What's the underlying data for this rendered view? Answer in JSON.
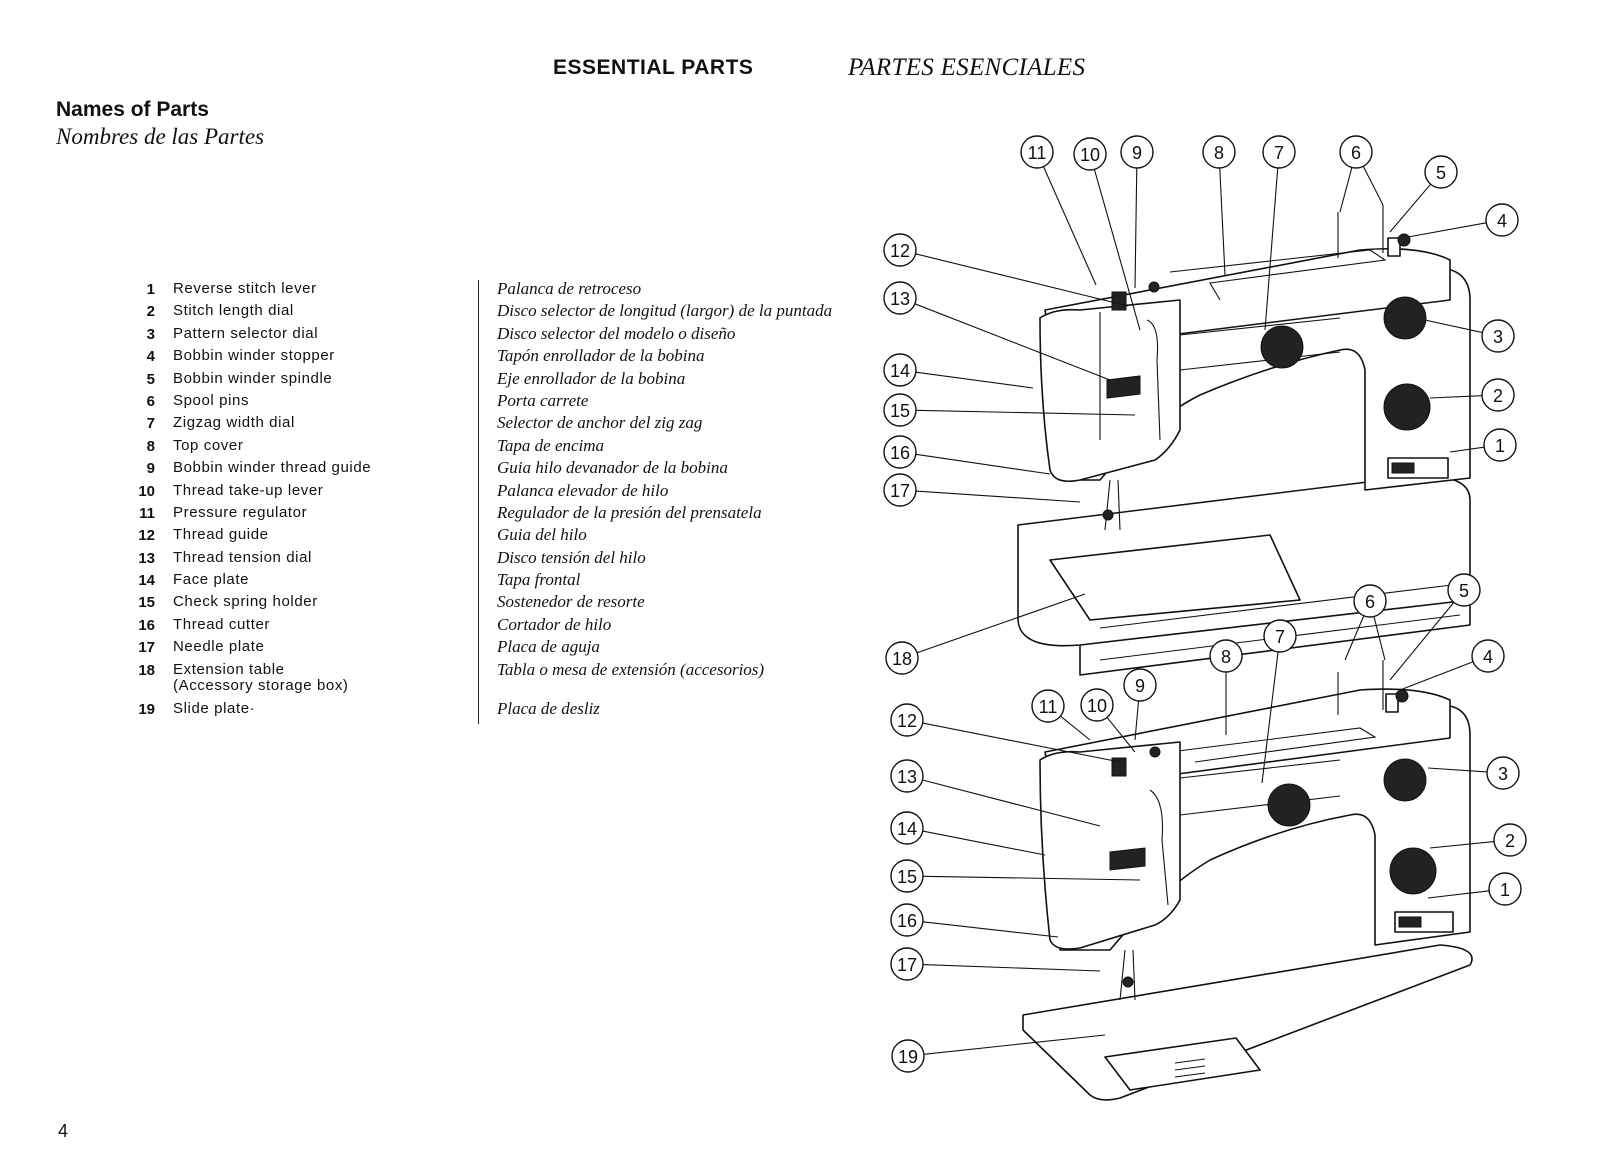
{
  "header": {
    "title_en": "ESSENTIAL PARTS",
    "title_es": "PARTES ESENCIALES"
  },
  "section": {
    "title_en": "Names of Parts",
    "title_es": "Nombres de las Partes"
  },
  "parts": [
    {
      "num": "1",
      "en": "Reverse stitch lever",
      "es": "Palanca de retroceso"
    },
    {
      "num": "2",
      "en": "Stitch length dial",
      "es": "Disco selector de longitud (largor) de la puntada"
    },
    {
      "num": "3",
      "en": "Pattern selector dial",
      "es": "Disco selector del modelo o diseño"
    },
    {
      "num": "4",
      "en": "Bobbin winder stopper",
      "es": "Tapón enrollador de la bobina"
    },
    {
      "num": "5",
      "en": "Bobbin winder spindle",
      "es": "Eje enrollador de la bobina"
    },
    {
      "num": "6",
      "en": "Spool pins",
      "es": "Porta carrete"
    },
    {
      "num": "7",
      "en": "Zigzag width dial",
      "es": "Selector de anchor del zig zag"
    },
    {
      "num": "8",
      "en": "Top cover",
      "es": "Tapa de encima"
    },
    {
      "num": "9",
      "en": "Bobbin winder thread guide",
      "es": "Guia hilo devanador de la bobina"
    },
    {
      "num": "10",
      "en": "Thread take-up lever",
      "es": "Palanca elevador de hilo"
    },
    {
      "num": "11",
      "en": "Pressure regulator",
      "es": "Regulador de la presión del prensatela"
    },
    {
      "num": "12",
      "en": "Thread guide",
      "es": "Guia del hilo"
    },
    {
      "num": "13",
      "en": "Thread tension dial",
      "es": "Disco tensión del hilo"
    },
    {
      "num": "14",
      "en": "Face plate",
      "es": "Tapa frontal"
    },
    {
      "num": "15",
      "en": "Check spring holder",
      "es": "Sostenedor de resorte"
    },
    {
      "num": "16",
      "en": "Thread cutter",
      "es": "Cortador de hilo"
    },
    {
      "num": "17",
      "en": "Needle plate",
      "es": "Placa de aguja"
    },
    {
      "num": "18",
      "en": "Extension table\n(Accessory storage box)",
      "es": "Tabla o mesa de extensión (accesorios)"
    },
    {
      "num": "19",
      "en": "Slide plate·",
      "es": "Placa de desliz"
    }
  ],
  "diagram": {
    "top_labels": [
      "1",
      "2",
      "3",
      "4",
      "5",
      "6",
      "7",
      "8",
      "9",
      "10",
      "11",
      "12",
      "13",
      "14",
      "15",
      "16",
      "17",
      "18"
    ],
    "bottom_labels": [
      "1",
      "2",
      "3",
      "4",
      "5",
      "6",
      "7",
      "8",
      "9",
      "10",
      "11",
      "12",
      "13",
      "14",
      "15",
      "16",
      "17",
      "19"
    ]
  },
  "page_number": "4"
}
